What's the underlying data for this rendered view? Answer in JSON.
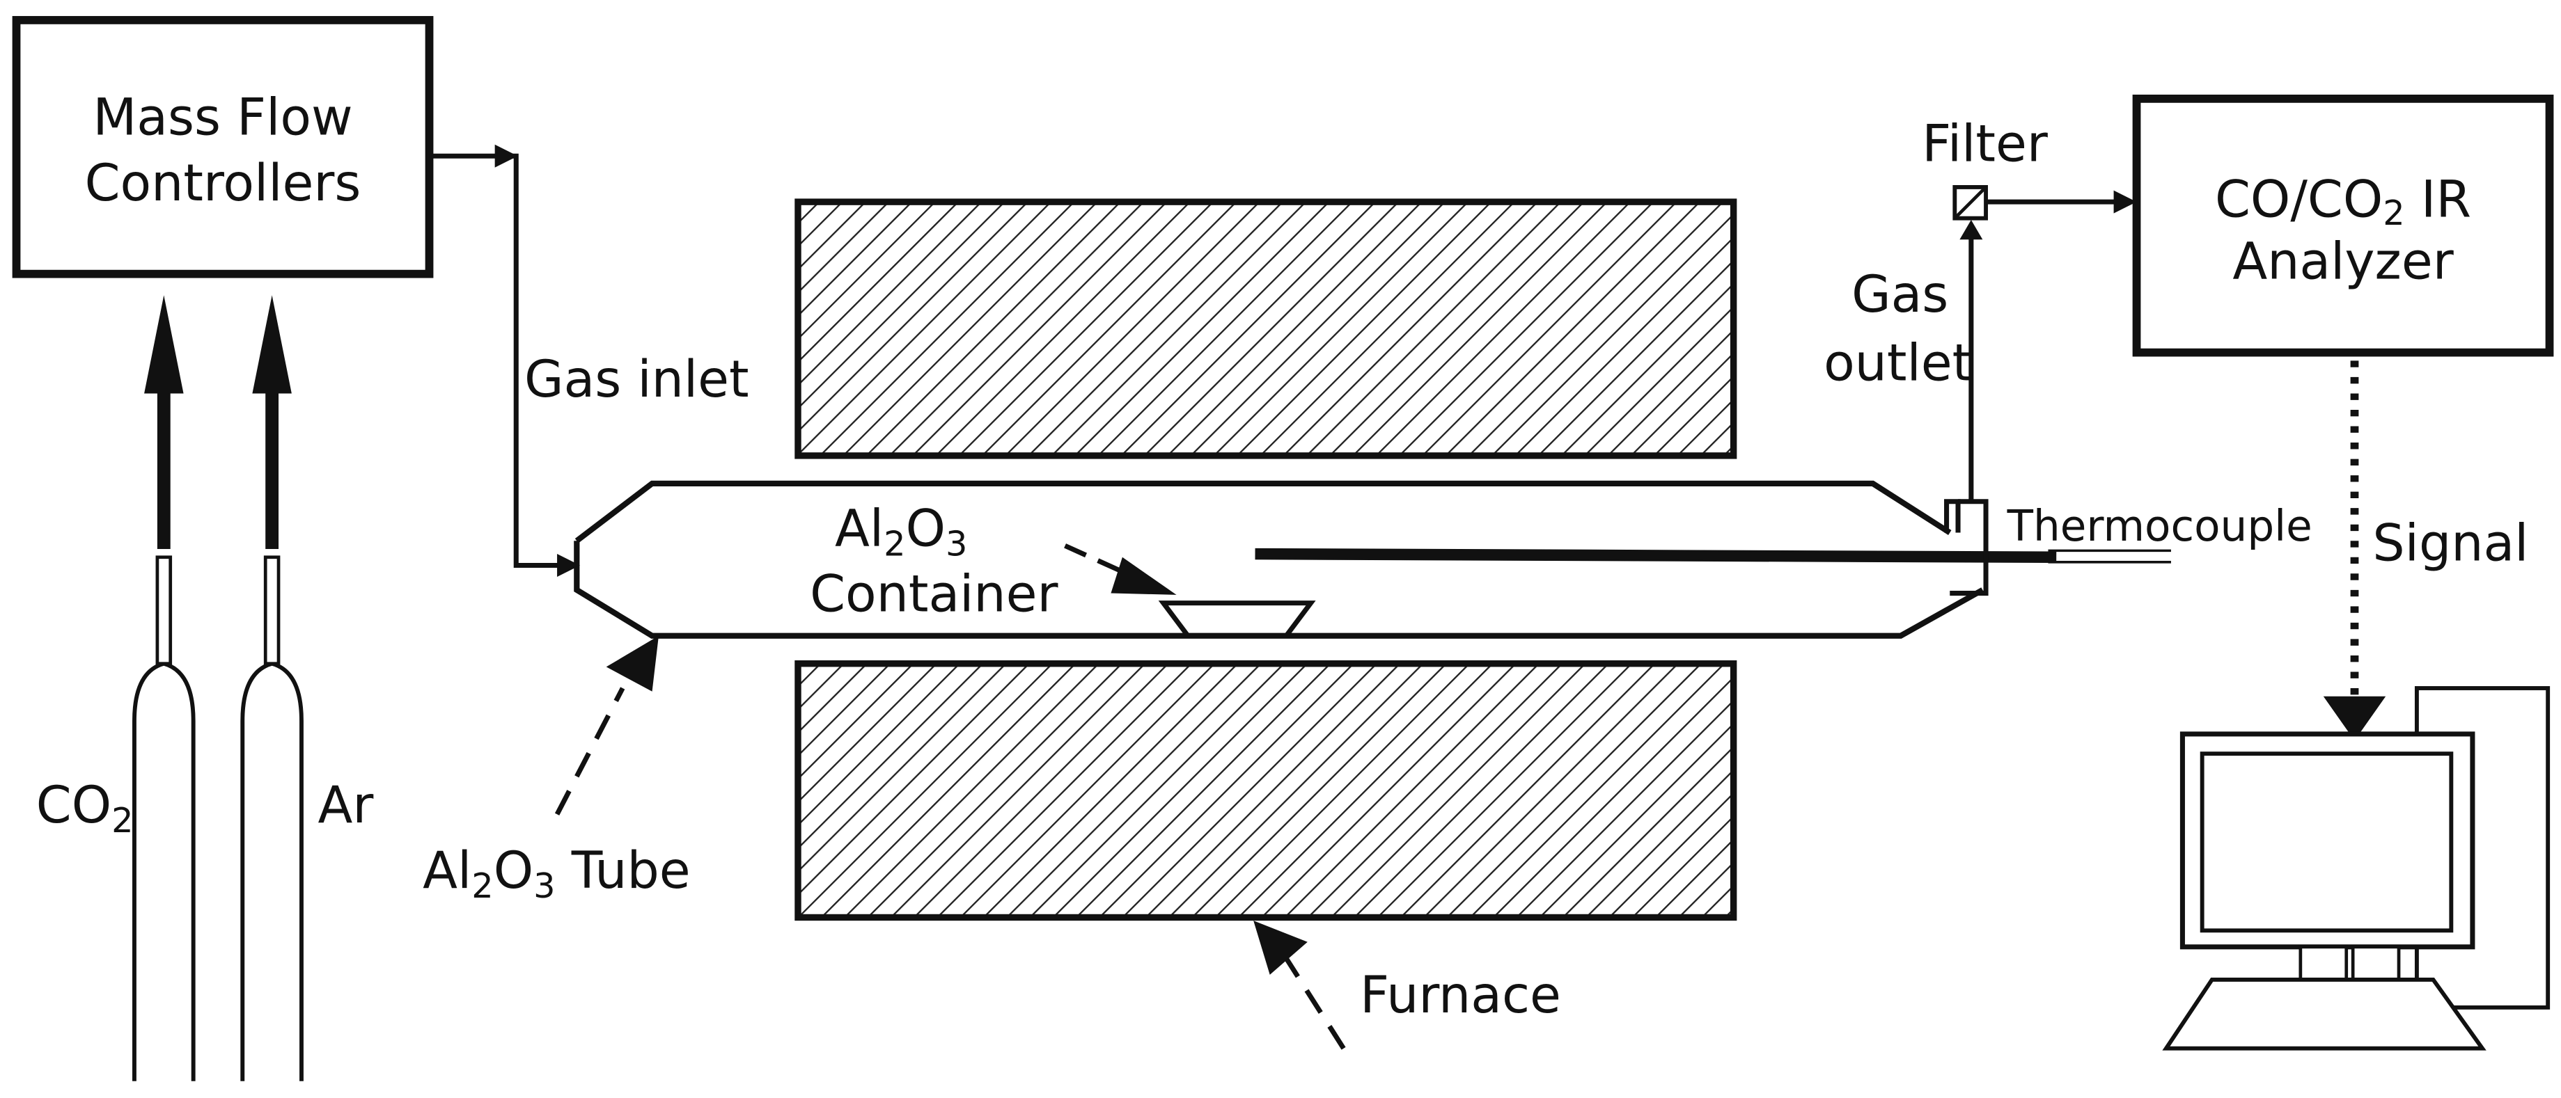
{
  "labels": {
    "mfc_line1": "Mass Flow",
    "mfc_line2": "Controllers",
    "analyzer_line1_pre": "CO/CO",
    "analyzer_line1_sub": "2",
    "analyzer_line1_post": " IR",
    "analyzer_line2": "Analyzer",
    "filter": "Filter",
    "gas_outlet_line1": "Gas",
    "gas_outlet_line2": "outlet",
    "gas_inlet": "Gas inlet",
    "container_line1_a": "Al",
    "container_line1_sub1": "2",
    "container_line1_b": "O",
    "container_line1_sub2": "3",
    "container_line2": "Container",
    "thermocouple": "Thermocouple",
    "signal": "Signal",
    "co2_pre": "CO",
    "co2_sub": "2",
    "ar": "Ar",
    "tube_a": "Al",
    "tube_sub1": "2",
    "tube_b": "O",
    "tube_sub2": "3",
    "tube_c": " Tube",
    "furnace": "Furnace"
  },
  "colors": {
    "line": "#111111",
    "background": "#ffffff",
    "hatch": "#222222"
  }
}
